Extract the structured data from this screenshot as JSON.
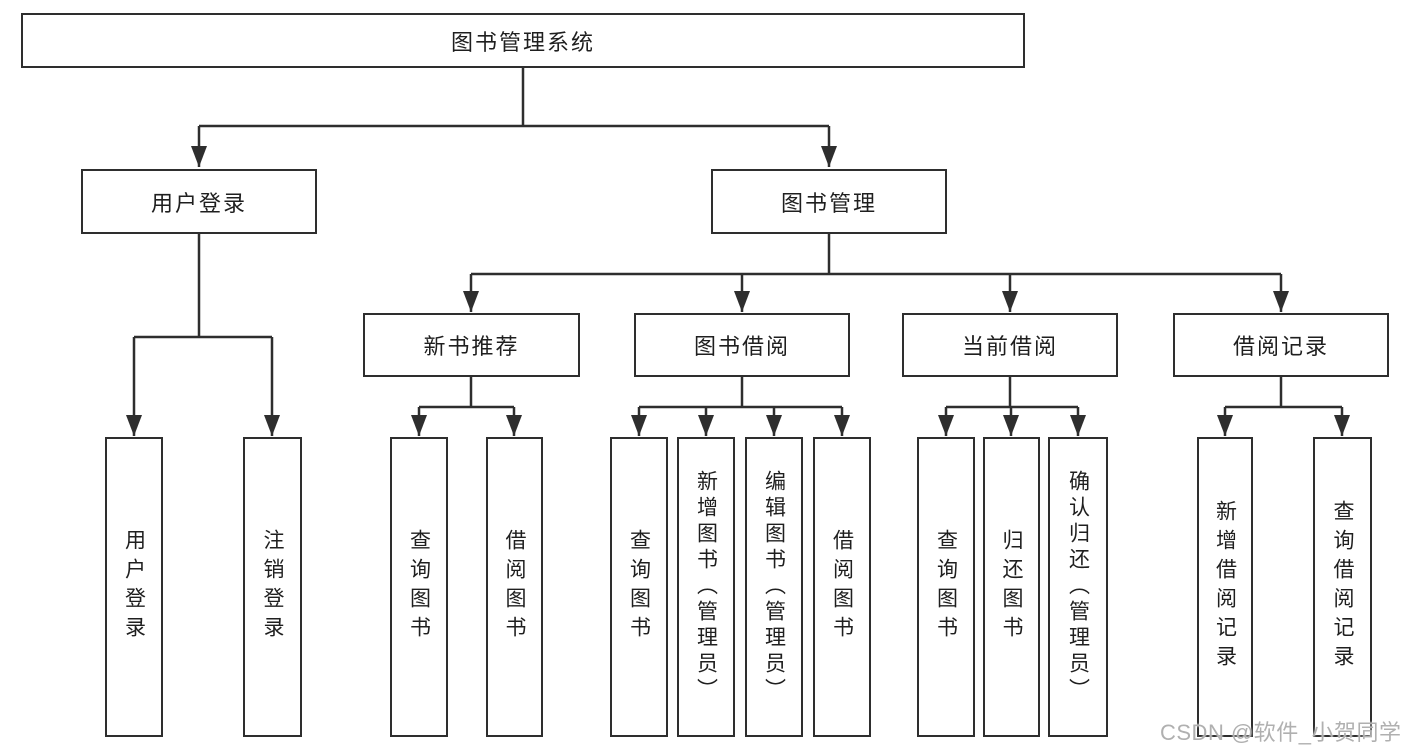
{
  "diagram": {
    "type": "tree",
    "title": "图书管理系统",
    "colors": {
      "background": "#ffffff",
      "line": "#2e2e2e",
      "box_border": "#2e2e2e",
      "box_fill": "#ffffff",
      "text": "#1f1f1f",
      "watermark": "#b0b0b0"
    },
    "root": {
      "label": "图书管理系统"
    },
    "level2": [
      {
        "label": "用户登录",
        "parent": "图书管理系统"
      },
      {
        "label": "图书管理",
        "parent": "图书管理系统"
      }
    ],
    "level3": [
      {
        "label": "新书推荐",
        "parent": "图书管理"
      },
      {
        "label": "图书借阅",
        "parent": "图书管理"
      },
      {
        "label": "当前借阅",
        "parent": "图书管理"
      },
      {
        "label": "借阅记录",
        "parent": "图书管理"
      }
    ],
    "leaves": [
      {
        "label": "用户登录",
        "parent": "用户登录"
      },
      {
        "label": "注销登录",
        "parent": "用户登录"
      },
      {
        "label": "查询图书",
        "parent": "新书推荐"
      },
      {
        "label": "借阅图书",
        "parent": "新书推荐"
      },
      {
        "label": "查询图书",
        "parent": "图书借阅"
      },
      {
        "label": "新增图书（管理员）",
        "parent": "图书借阅"
      },
      {
        "label": "编辑图书（管理员）",
        "parent": "图书借阅"
      },
      {
        "label": "借阅图书",
        "parent": "图书借阅"
      },
      {
        "label": "查询图书",
        "parent": "当前借阅"
      },
      {
        "label": "归还图书",
        "parent": "当前借阅"
      },
      {
        "label": "确认归还（管理员）",
        "parent": "当前借阅"
      },
      {
        "label": "新增借阅记录",
        "parent": "借阅记录"
      },
      {
        "label": "查询借阅记录",
        "parent": "借阅记录"
      }
    ],
    "watermark": "CSDN @软件_小贺同学"
  }
}
